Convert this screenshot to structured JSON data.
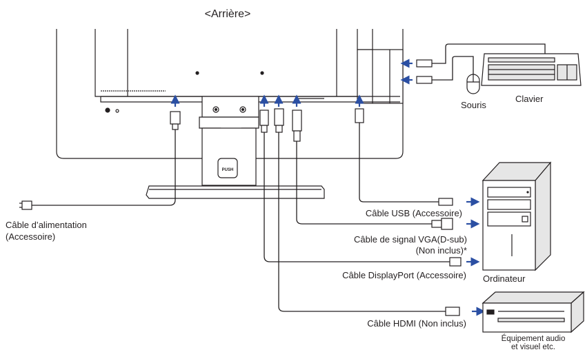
{
  "title": "<Arrière>",
  "labels": {
    "power_cable": "Câble d’alimentation",
    "power_cable_note": "(Accessoire)",
    "usb_cable": "Câble USB (Accessoire)",
    "vga_cable": "Câble de signal VGA(D-sub)",
    "vga_cable_note": "(Non inclus)*",
    "dp_cable": "Câble DisplayPort (Accessoire)",
    "hdmi_cable": "Câble HDMI (Non inclus)",
    "mouse": "Souris",
    "keyboard": "Clavier",
    "computer": "Ordinateur",
    "av_equipment_line1": "Équipement audio",
    "av_equipment_line2": "et visuel etc.",
    "push_label": "PUSH"
  },
  "colors": {
    "line": "#231f20",
    "arrow": "#2b4fa3",
    "fill_light": "#ffffff",
    "fill_gray": "#e6e6e6",
    "fill_dark": "#231f20"
  },
  "icons": [
    "monitor-rear",
    "keyboard",
    "mouse",
    "computer-tower",
    "av-equipment",
    "arrow-right",
    "arrow-up",
    "arrow-left"
  ]
}
